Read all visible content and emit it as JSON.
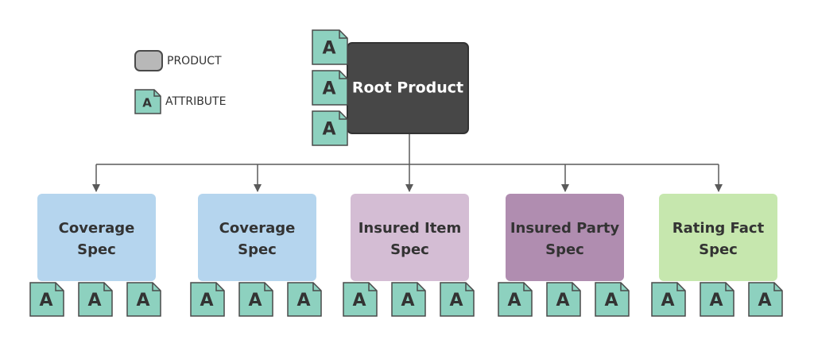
{
  "legend": {
    "product_label": "PRODUCT",
    "attribute_label": "ATTRIBUTE",
    "attribute_letter": "A"
  },
  "root": {
    "label": "Root Product",
    "color": "#474747",
    "text_color": "#ffffff",
    "attributes": [
      "A",
      "A",
      "A"
    ]
  },
  "specs": [
    {
      "lines": [
        "Coverage",
        "Spec"
      ],
      "color": "#b5d5ee",
      "text_color": "#333333",
      "attributes": [
        "A",
        "A",
        "A"
      ]
    },
    {
      "lines": [
        "Coverage",
        "Spec"
      ],
      "color": "#b5d5ee",
      "text_color": "#333333",
      "attributes": [
        "A",
        "A",
        "A"
      ]
    },
    {
      "lines": [
        "Insured Item",
        "Spec"
      ],
      "color": "#d4bdd4",
      "text_color": "#333333",
      "attributes": [
        "A",
        "A",
        "A"
      ]
    },
    {
      "lines": [
        "Insured Party",
        "Spec"
      ],
      "color": "#b08db0",
      "text_color": "#333333",
      "attributes": [
        "A",
        "A",
        "A"
      ]
    },
    {
      "lines": [
        "Rating Fact",
        "Spec"
      ],
      "color": "#c6e7ae",
      "text_color": "#333333",
      "attributes": [
        "A",
        "A",
        "A"
      ]
    }
  ],
  "colors": {
    "attribute_fill": "#8dd1bf",
    "attribute_stroke": "#4a4a4a",
    "product_legend_fill": "#b8b8b8",
    "connector": "#5a5a5a"
  }
}
